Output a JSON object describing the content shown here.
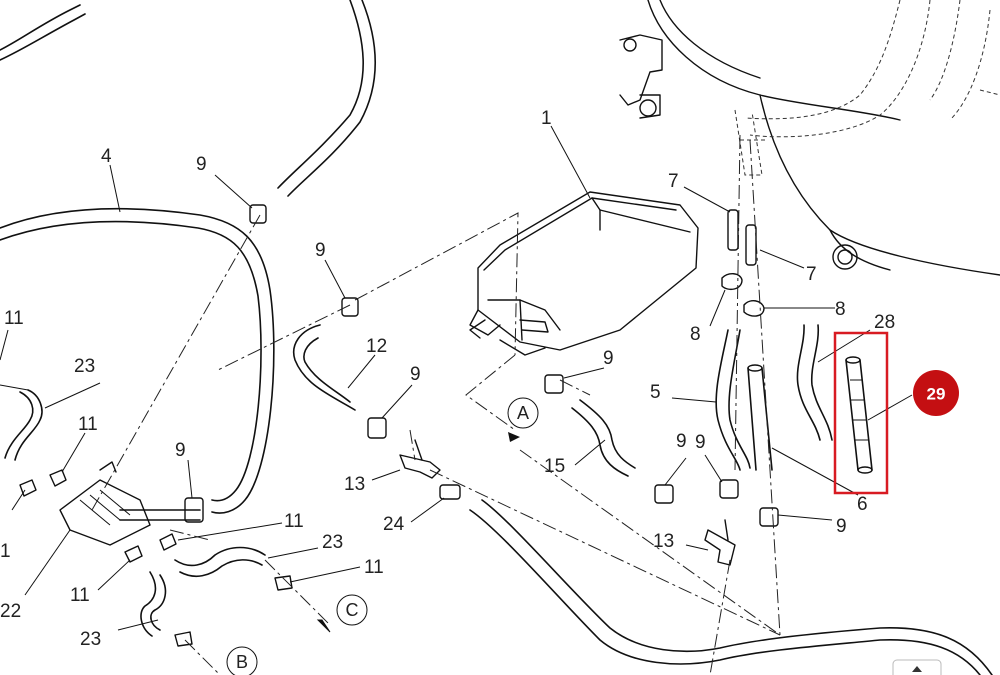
{
  "diagram": {
    "callouts": [
      {
        "id": "c1",
        "text": "1"
      },
      {
        "id": "c4",
        "text": "4"
      },
      {
        "id": "c5",
        "text": "5"
      },
      {
        "id": "c6",
        "text": "6"
      },
      {
        "id": "c7a",
        "text": "7"
      },
      {
        "id": "c7b",
        "text": "7"
      },
      {
        "id": "c8a",
        "text": "8"
      },
      {
        "id": "c8b",
        "text": "8"
      },
      {
        "id": "c9a",
        "text": "9"
      },
      {
        "id": "c9b",
        "text": "9"
      },
      {
        "id": "c9c",
        "text": "9"
      },
      {
        "id": "c9d",
        "text": "9"
      },
      {
        "id": "c9e",
        "text": "9"
      },
      {
        "id": "c9f",
        "text": "9"
      },
      {
        "id": "c9g",
        "text": "9"
      },
      {
        "id": "c9h",
        "text": "9"
      },
      {
        "id": "c11a",
        "text": "11"
      },
      {
        "id": "c11b",
        "text": "11"
      },
      {
        "id": "c11c",
        "text": "11"
      },
      {
        "id": "c11d",
        "text": "11"
      },
      {
        "id": "c11e",
        "text": "11"
      },
      {
        "id": "c11f",
        "text": "1"
      },
      {
        "id": "c12",
        "text": "12"
      },
      {
        "id": "c13a",
        "text": "13"
      },
      {
        "id": "c13b",
        "text": "13"
      },
      {
        "id": "c15",
        "text": "15"
      },
      {
        "id": "c22",
        "text": "22"
      },
      {
        "id": "c23a",
        "text": "23"
      },
      {
        "id": "c23b",
        "text": "23"
      },
      {
        "id": "c23c",
        "text": "23"
      },
      {
        "id": "c24",
        "text": "24"
      },
      {
        "id": "c28",
        "text": "28"
      }
    ],
    "references": {
      "a": "A",
      "b": "B",
      "c": "C"
    },
    "highlight": {
      "label": "29",
      "badge_color": "#c40f12",
      "frame_color": "#d81b22"
    }
  }
}
